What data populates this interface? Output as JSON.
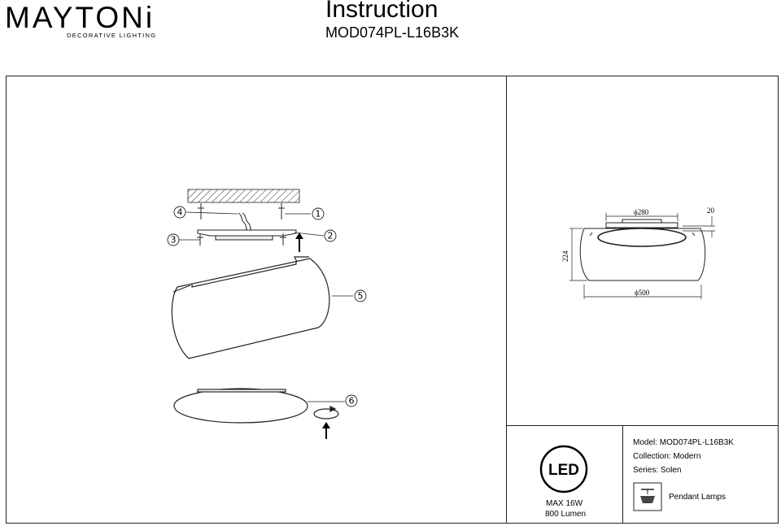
{
  "header": {
    "brand_name": "MAYTONi",
    "brand_tagline": "DECORATIVE LIGHTING",
    "title": "Instruction",
    "model_code": "MOD074PL-L16B3K"
  },
  "assembly": {
    "callouts": [
      "1",
      "2",
      "3",
      "4",
      "5",
      "6"
    ]
  },
  "dimensions": {
    "top_diameter": "ϕ280",
    "bracket_height": "20",
    "height": "224",
    "diameter": "ϕ500"
  },
  "specs": {
    "led_badge": "LED",
    "power": "MAX 16W",
    "lumen": "800 Lumen",
    "model": "Model: MOD074PL-L16B3K",
    "collection": "Collection: Modern",
    "series": "Series: Solen",
    "type": "Pendant Lamps"
  },
  "icons": [
    "led-badge-icon",
    "pendant-lamp-icon",
    "rotate-arrow-icon",
    "up-arrow-icon"
  ]
}
